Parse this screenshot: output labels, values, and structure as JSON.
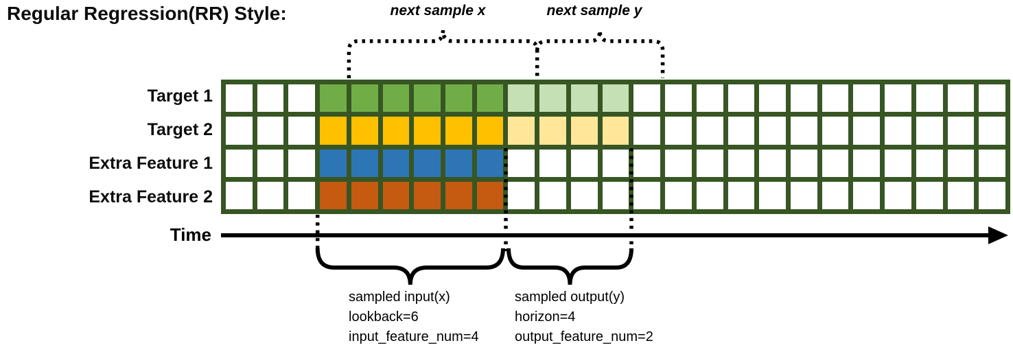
{
  "title": "Regular Regression(RR) Style:",
  "annotations": {
    "next_sample_x": "next sample x",
    "next_sample_y": "next sample y",
    "time_label": "Time",
    "input_brace_lines": [
      "sampled input(x)",
      "lookback=6",
      "input_feature_num=4"
    ],
    "output_brace_lines": [
      "sampled output(y)",
      "horizon=4",
      "output_feature_num=2"
    ]
  },
  "grid": {
    "total_columns": 25,
    "lead_in_columns": 3,
    "lookback": 6,
    "horizon": 4,
    "border_color": "#375623",
    "empty_cell_color": "#ffffff"
  },
  "rows": [
    {
      "label": "Target 1",
      "input_color": "#70AD47",
      "output_color": "#C5E0B4"
    },
    {
      "label": "Target 2",
      "input_color": "#FFC000",
      "output_color": "#FFE699"
    },
    {
      "label": "Extra Feature 1",
      "input_color": "#2E75B6",
      "output_color": null
    },
    {
      "label": "Extra Feature 2",
      "input_color": "#C55A11",
      "output_color": null
    }
  ]
}
